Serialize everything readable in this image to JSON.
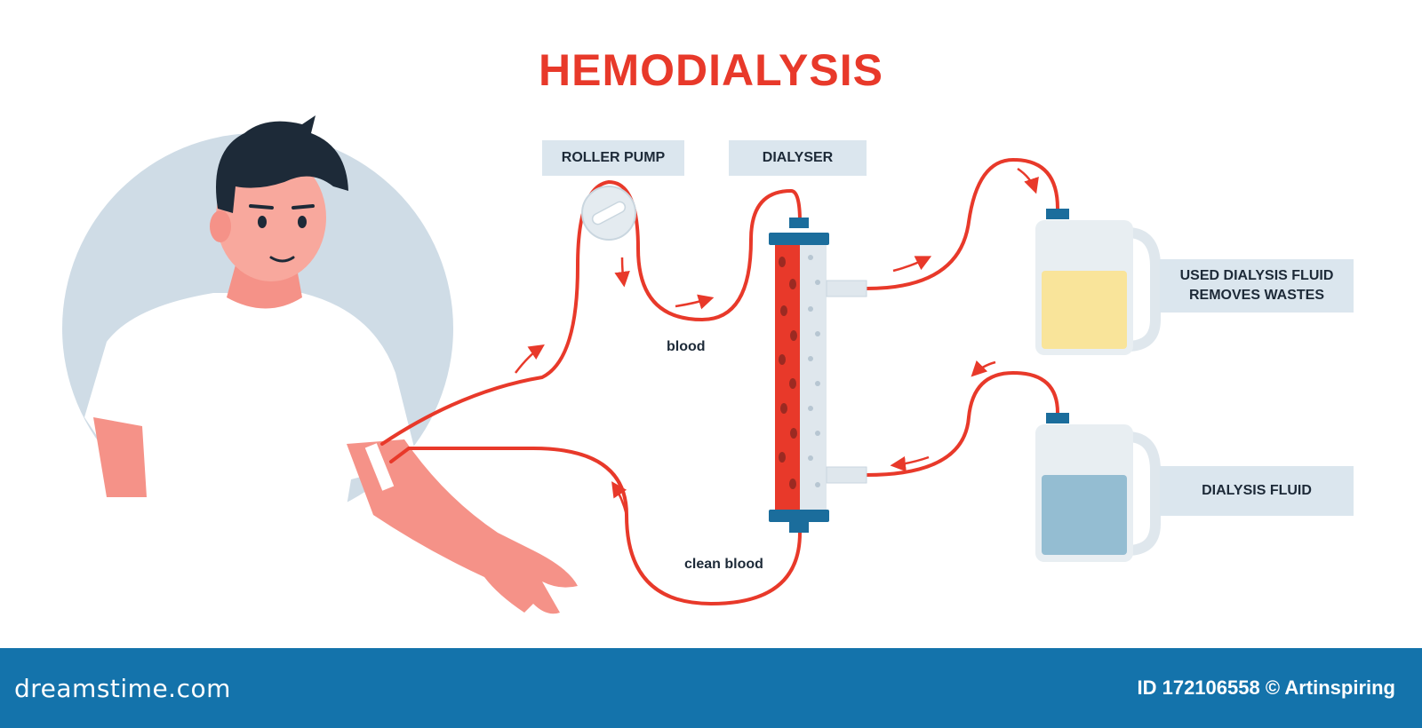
{
  "title": "HEMODIALYSIS",
  "labels": {
    "roller_pump": "ROLLER PUMP",
    "dialyser": "DIALYSER",
    "used_fluid_line1": "USED DIALYSIS FLUID",
    "used_fluid_line2": "REMOVES WASTES",
    "dialysis_fluid": "DIALYSIS FLUID",
    "blood": "blood",
    "clean_blood": "clean blood"
  },
  "footer": {
    "brand": "dreamstime.com",
    "credit": "ID 172106558 © Artinspiring"
  },
  "colors": {
    "title_red": "#e8392a",
    "tube_red": "#e8392a",
    "label_bg": "#dbe6ee",
    "footer_bg": "#1473ab",
    "used_fluid": "#f9e49a",
    "clean_fluid": "#94bdd2",
    "cap_blue": "#1b6d9c"
  }
}
